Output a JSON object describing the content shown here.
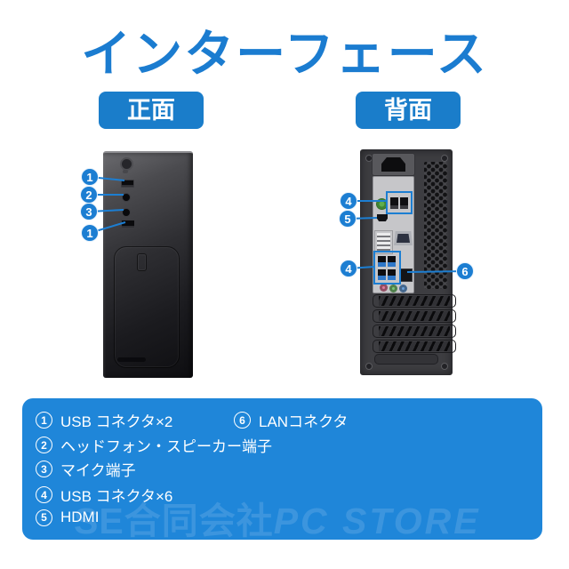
{
  "title": "インターフェース",
  "front": {
    "label": "正面",
    "callouts": [
      "1",
      "2",
      "3",
      "1"
    ]
  },
  "back": {
    "label": "背面",
    "callouts": [
      "4",
      "5",
      "4",
      "6"
    ]
  },
  "legend": {
    "items": [
      {
        "num": "1",
        "text": "USB コネクタ×2"
      },
      {
        "num": "2",
        "text": "ヘッドフォン・スピーカー端子"
      },
      {
        "num": "3",
        "text": "マイク端子"
      },
      {
        "num": "4",
        "text": "USB コネクタ×6"
      },
      {
        "num": "5",
        "text": "HDMI"
      },
      {
        "num": "6",
        "text": "LANコネクタ"
      }
    ]
  },
  "watermark": {
    "part1": "SE合同会社",
    "part2": "PC STORE"
  },
  "colors": {
    "accent_blue": "#1c7ed2",
    "title_blue": "#1b7cd0",
    "tag_blue": "#1a7dca",
    "legend_blue": "#1f86d9",
    "usb3_blue": "#2e77c8",
    "ps2_green": "#5fae4e",
    "audio_pink": "#e07a9a",
    "audio_green": "#7cc576",
    "audio_blue": "#6a9fd8"
  }
}
